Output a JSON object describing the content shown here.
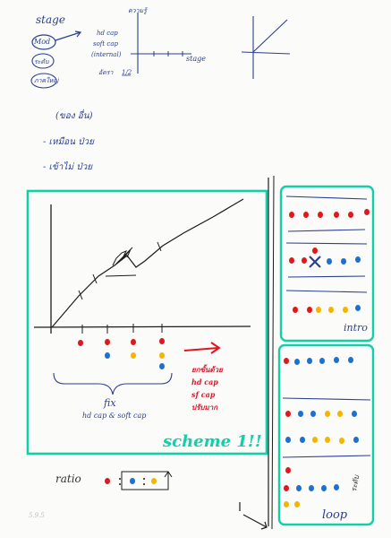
{
  "notes": {
    "stage_title": "stage",
    "stage_options": [
      "Mod",
      "ระดับ",
      "ภาคใหญ่"
    ],
    "axis_y_label": "ความรู้",
    "cap_labels": [
      "hd cap",
      "soft cap",
      "(internal)"
    ],
    "ratio_note": "อัตรา",
    "ratio_fraction": "1/2",
    "axis_x_label": "stage",
    "list_header": "(ของ อื่น)",
    "list_items": [
      "- เหมือน ป่วย",
      "- เข้าไม่ ป่วย"
    ]
  },
  "scheme": {
    "title": "scheme 1!!",
    "fix_label": "fix",
    "fix_sub": "hd cap & soft cap",
    "annotation": [
      "ยกขั้นด้วย",
      "hd cap",
      "sf cap",
      "ปรับมาก"
    ]
  },
  "intro_panel": {
    "title": "intro"
  },
  "loop_panel": {
    "title": "loop",
    "side_note": "ระดับ"
  },
  "ratio_row": {
    "label": "ratio"
  },
  "corner_note": "5.9.5",
  "colors": {
    "ink_blue": "#2a3f8f",
    "ink_black": "#1c1c1c",
    "teal": "#12cfa8",
    "red": "#e1171f",
    "blue": "#1d6fd1",
    "yellow": "#f4b400"
  }
}
